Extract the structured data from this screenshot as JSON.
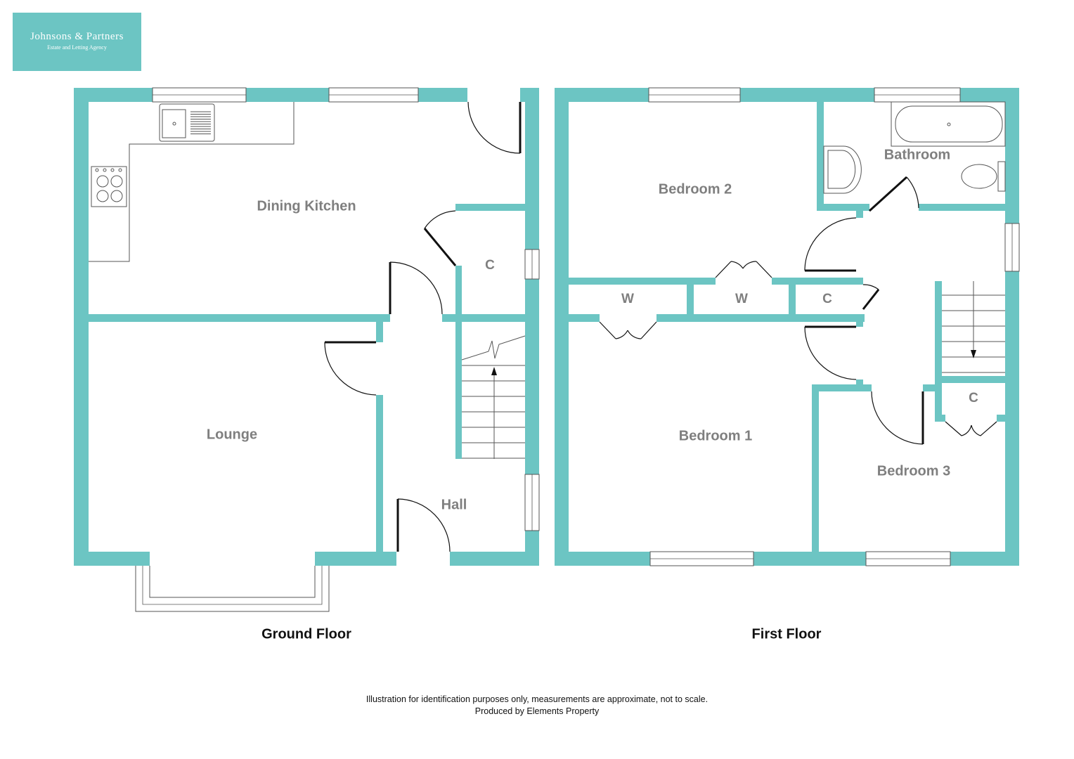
{
  "logo": {
    "name": "Johnsons & Partners",
    "tagline": "Estate and Letting Agency"
  },
  "colors": {
    "wall": "#6cc5c3",
    "door": "#111111",
    "fixture": "#555555",
    "label": "#7f7f7f"
  },
  "ground_floor": {
    "title": "Ground Floor",
    "rooms": {
      "dining_kitchen": "Dining Kitchen",
      "lounge": "Lounge",
      "hall": "Hall",
      "cupboard": "C"
    }
  },
  "first_floor": {
    "title": "First Floor",
    "rooms": {
      "bedroom_2": "Bedroom  2",
      "bathroom": "Bathroom",
      "bedroom_1": "Bedroom 1",
      "bedroom_3": "Bedroom 3",
      "wardrobe_1": "W",
      "wardrobe_2": "W",
      "cupboard_landing": "C",
      "cupboard_bed3": "C"
    }
  },
  "footer": {
    "line1": "Illustration for identification purposes only, measurements are approximate, not to scale.",
    "line2": "Produced by Elements Property"
  }
}
